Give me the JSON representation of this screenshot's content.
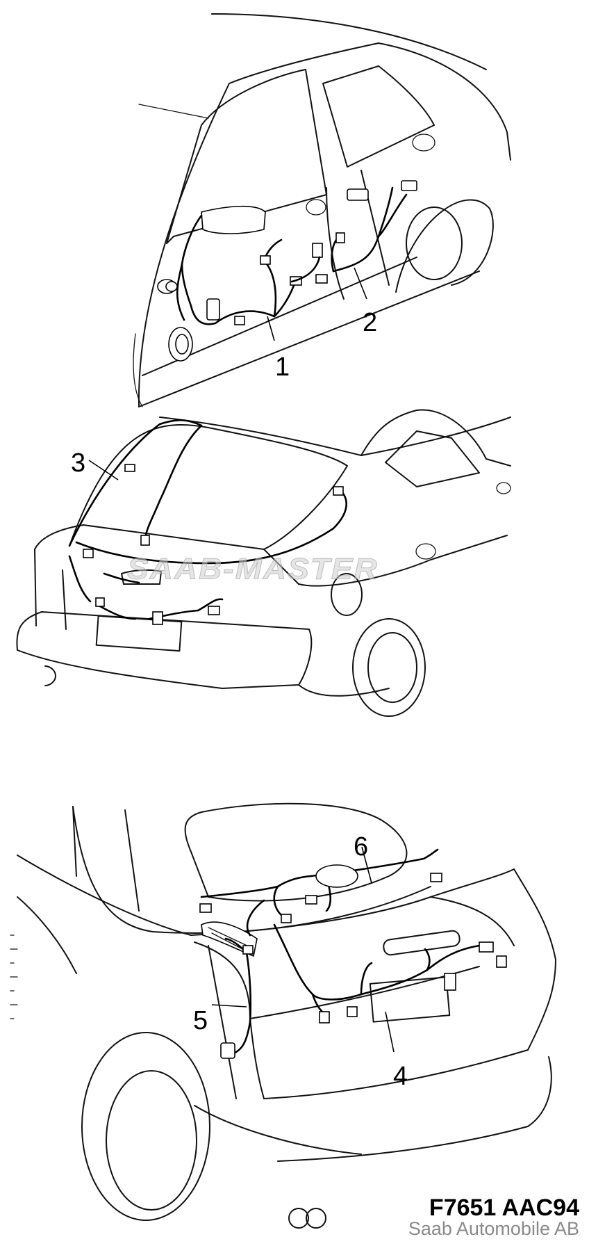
{
  "callouts": [
    "1",
    "2",
    "3",
    "4",
    "5",
    "6"
  ],
  "watermark": "SAAB-MASTER",
  "figure_code": "F7651 AAC94",
  "copyright": "Saab Automobile AB"
}
